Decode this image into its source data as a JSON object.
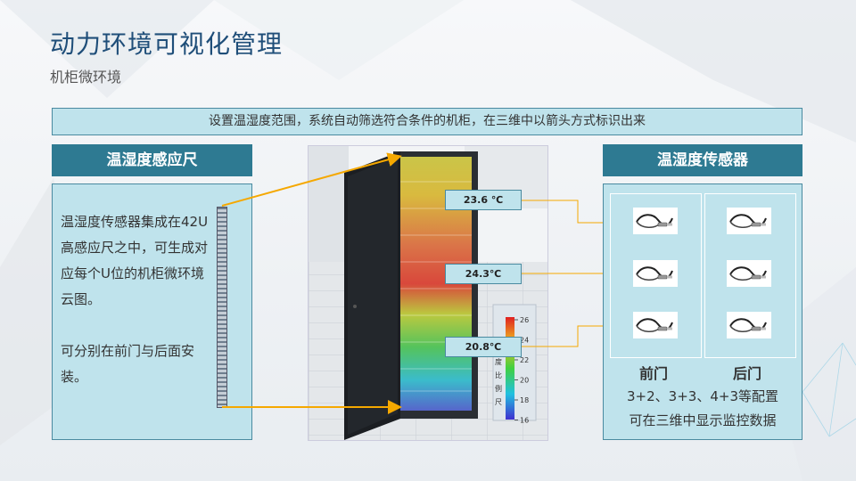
{
  "header": {
    "title": "动力环境可视化管理",
    "subtitle": "机柜微环境"
  },
  "banner": {
    "text": "设置温湿度范围，系统自动筛选符合条件的机柜，在三维中以箭头方式标识出来"
  },
  "left_panel": {
    "heading": "温湿度感应尺",
    "paragraph1": "温湿度传感器集成在42U高感应尺之中，可生成对应每个U位的机柜微环境云图。",
    "paragraph2": "可分别在前门与后面安装。"
  },
  "center": {
    "readings": [
      "23.6 ℃",
      "24.3℃",
      "20.8℃"
    ],
    "scale_title": "温度比例尺",
    "scale_ticks": [
      "26",
      "24",
      "22",
      "20",
      "18",
      "16"
    ]
  },
  "right_panel": {
    "heading": "温湿度传感器",
    "front_label": "前门",
    "back_label": "后门",
    "config_line1": "3+2、3+3、4+3等配置",
    "config_line2": "可在三维中显示监控数据"
  },
  "colors": {
    "title": "#1f4e79",
    "header_bar": "#2e7a92",
    "panel_bg": "#bfe3ec",
    "arrow": "#f5a800"
  }
}
